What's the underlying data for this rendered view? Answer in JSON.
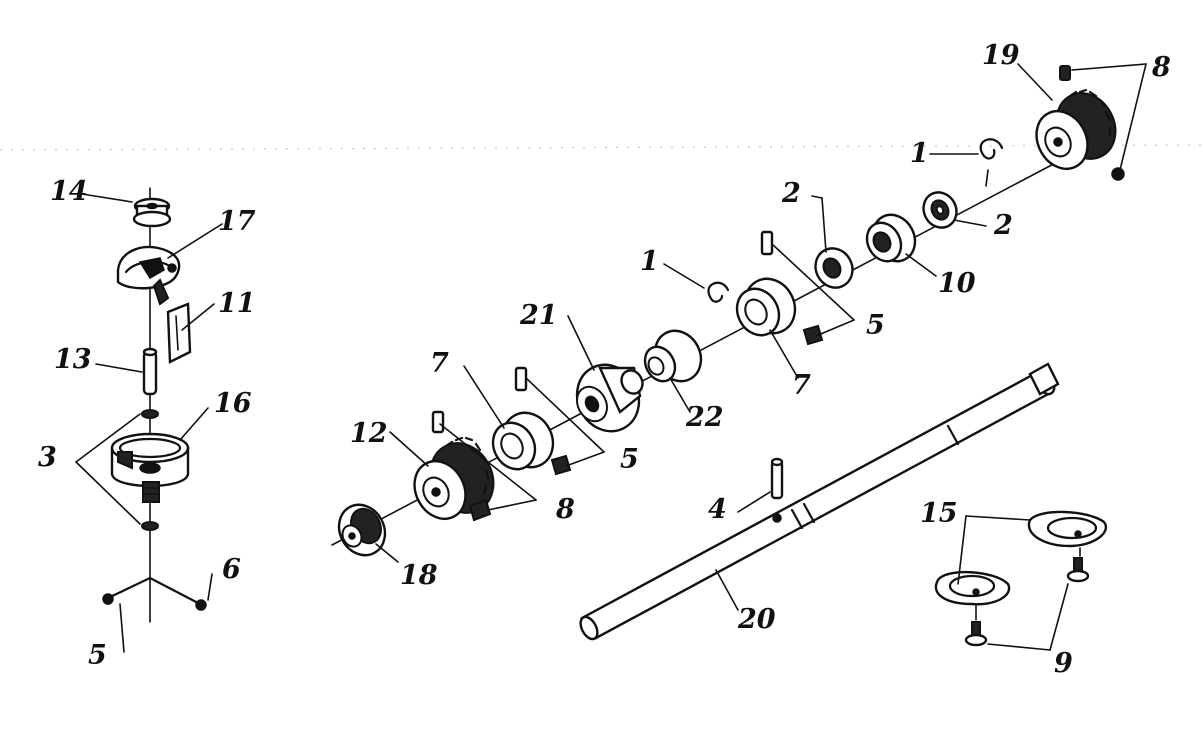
{
  "labels": {
    "l14": "14",
    "l17": "17",
    "l11": "11",
    "l13": "13",
    "l16": "16",
    "l3": "3",
    "l6": "6",
    "l5_left": "5",
    "l19": "19",
    "l8_top": "8",
    "l1_top": "1",
    "l2_left": "2",
    "l2_right": "2",
    "l10": "10",
    "l1_mid": "1",
    "l5_upper": "5",
    "l21": "21",
    "l22": "22",
    "l7_right": "7",
    "l7_left": "7",
    "l5_lower": "5",
    "l12": "12",
    "l8_lower": "8",
    "l18": "18",
    "l4": "4",
    "l20": "20",
    "l15": "15",
    "l9": "9"
  }
}
